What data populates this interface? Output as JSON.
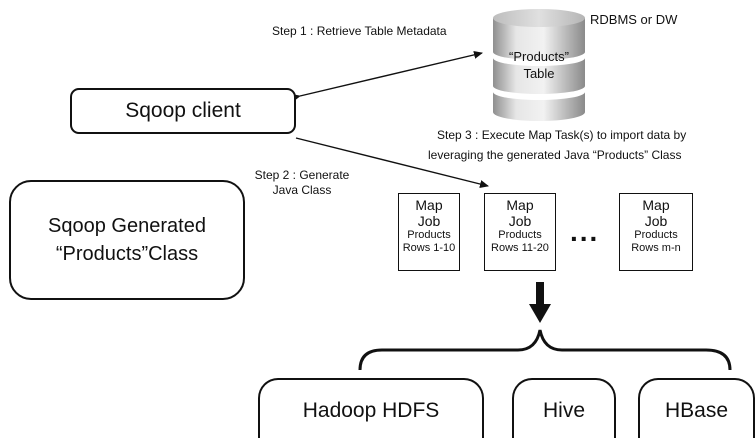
{
  "step1": "Step 1 : Retrieve Table Metadata",
  "db_label": "RDBMS or DW",
  "table_line1": "“Products”",
  "table_line2": "Table",
  "client": "Sqoop client",
  "step3_line1": "Step 3 : Execute Map Task(s) to import data by",
  "step3_line2": "leveraging the generated Java “Products” Class",
  "step2_line1": "Step 2 : Generate",
  "step2_line2": "Java Class",
  "generated_line1": "Sqoop Generated",
  "generated_line2": "“Products”Class",
  "map_jobs": [
    {
      "title1": "Map",
      "title2": "Job",
      "sub1": "Products",
      "sub2": "Rows 1-10"
    },
    {
      "title1": "Map",
      "title2": "Job",
      "sub1": "Products",
      "sub2": "Rows 11-20"
    },
    {
      "title1": "Map",
      "title2": "Job",
      "sub1": "Products",
      "sub2": "Rows m-n"
    }
  ],
  "ellipsis": "...",
  "destinations": [
    "Hadoop HDFS",
    "Hive",
    "HBase"
  ],
  "colors": {
    "stroke": "#111111",
    "cylinder_light": "#e4e4e4",
    "cylinder_dark": "#9a9a9a"
  }
}
